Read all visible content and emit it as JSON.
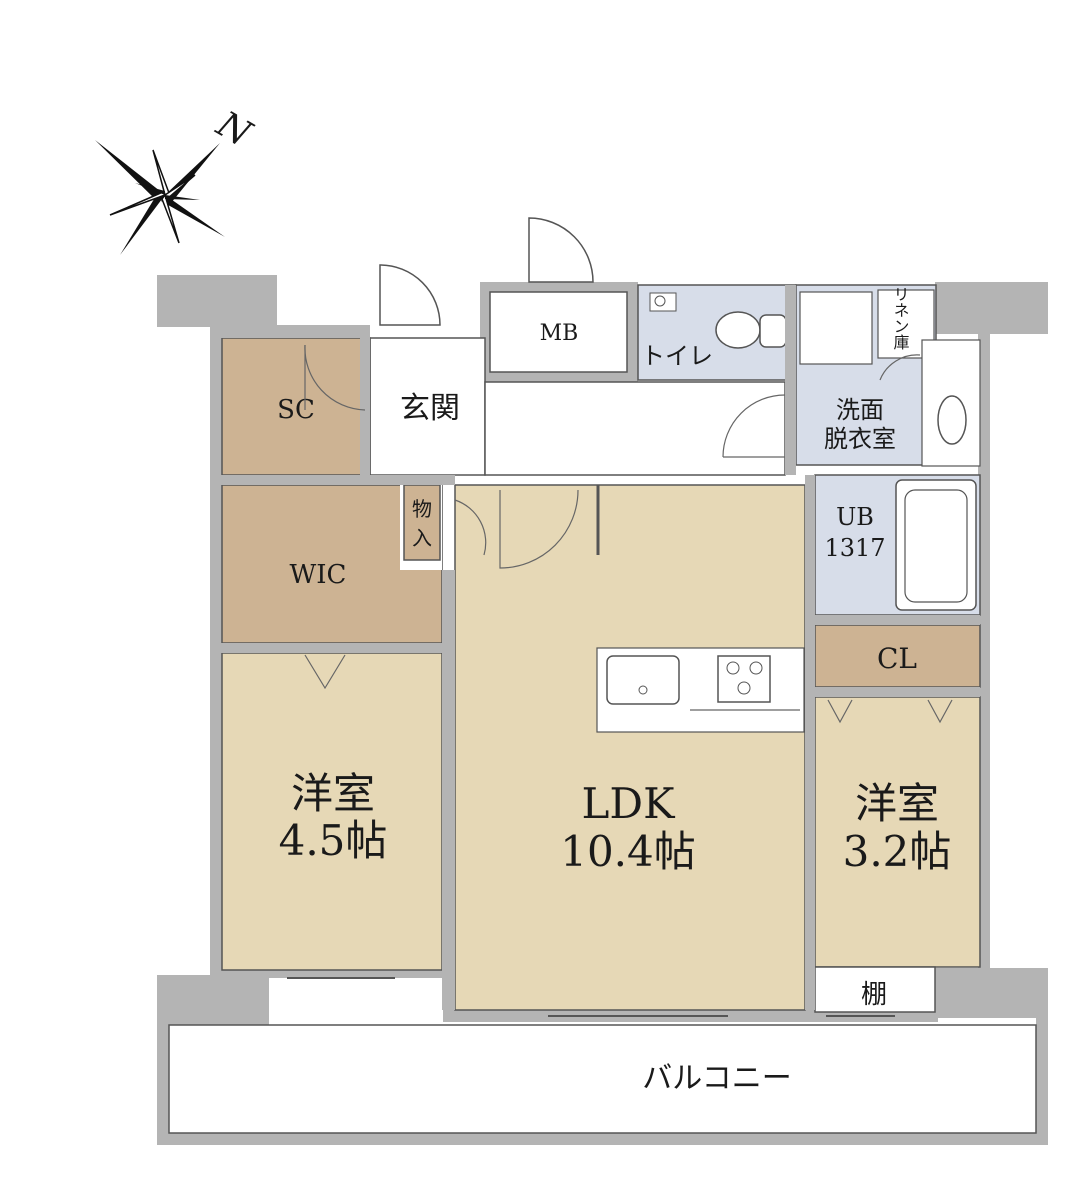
{
  "compass": {
    "north_label": "N",
    "icon": "compass-rose-icon"
  },
  "colors": {
    "storage": "#cdb393",
    "living": "#e6d8b6",
    "wet": "#d7dde9",
    "wall": "#b4b4b4",
    "white": "#ffffff"
  },
  "rooms": {
    "mb": "MB",
    "toilet": "トイレ",
    "linen": "リネン庫",
    "sc": "SC",
    "entrance": "玄関",
    "washroom_line1": "洗面",
    "washroom_line2": "脱衣室",
    "storage_small_1": "物",
    "storage_small_2": "入",
    "ub_line1": "UB",
    "ub_line2": "1317",
    "wic": "WIC",
    "cl": "CL",
    "western_a_line1": "洋室",
    "western_a_line2": "4.5帖",
    "ldk_line1": "LDK",
    "ldk_line2": "10.4帖",
    "western_b_line1": "洋室",
    "western_b_line2": "3.2帖",
    "shelf": "棚",
    "balcony": "バルコニー"
  }
}
